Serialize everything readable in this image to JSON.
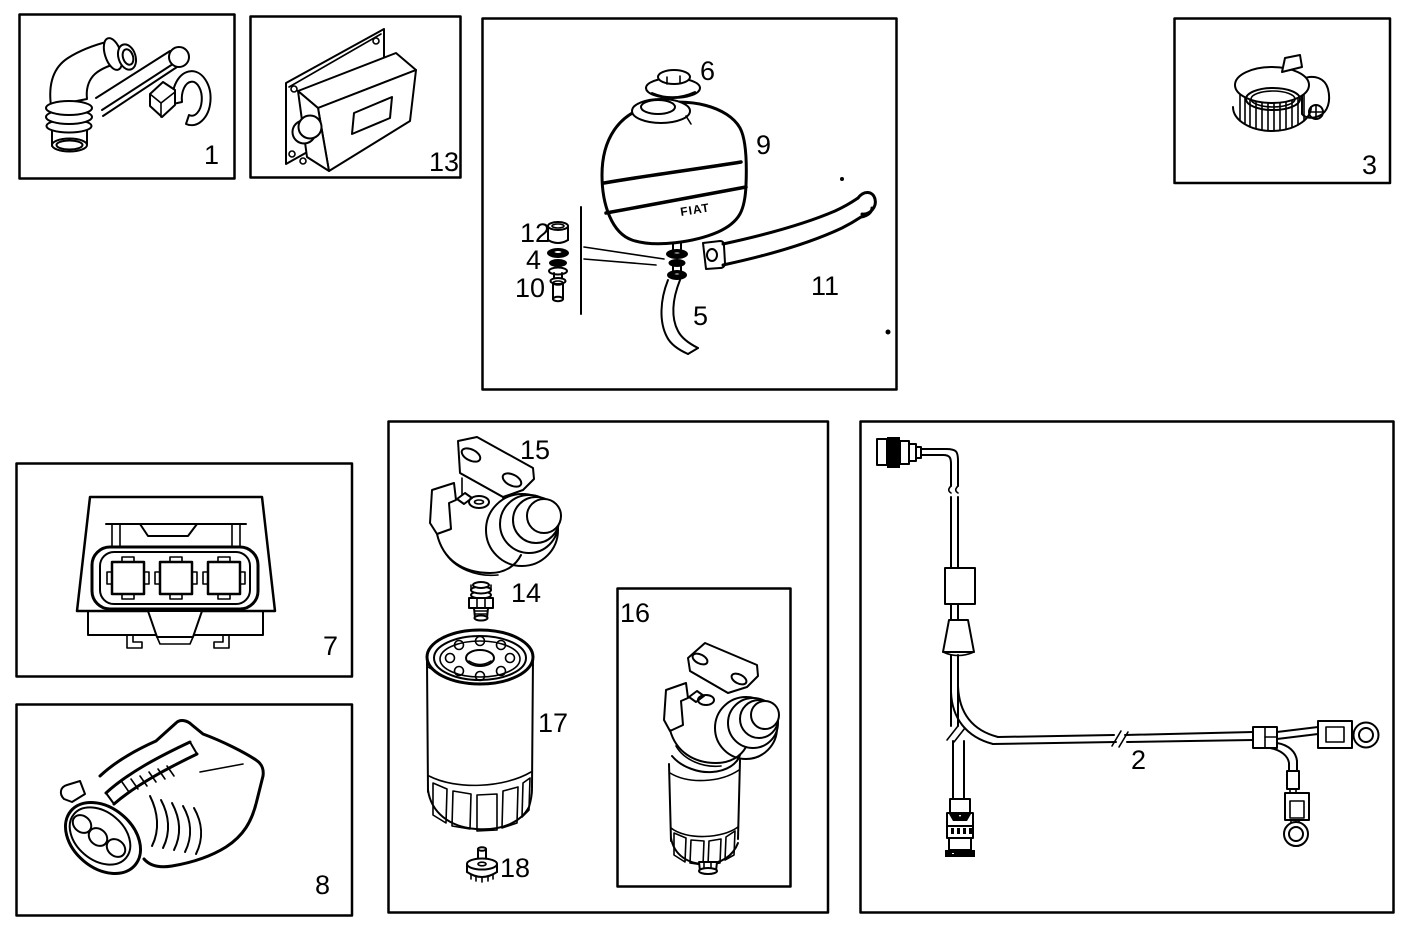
{
  "diagram": {
    "type": "exploded-parts-diagram",
    "tank_logo_text": "FIAT",
    "colors": {
      "background": "#ffffff",
      "line": "#000000"
    },
    "labels": {
      "n1": "1",
      "n2": "2",
      "n3": "3",
      "n4": "4",
      "n5": "5",
      "n6": "6",
      "n7": "7",
      "n8": "8",
      "n9": "9",
      "n10": "10",
      "n11": "11",
      "n12": "12",
      "n13": "13",
      "n14": "14",
      "n15": "15",
      "n16": "16",
      "n17": "17",
      "n18": "18"
    }
  }
}
